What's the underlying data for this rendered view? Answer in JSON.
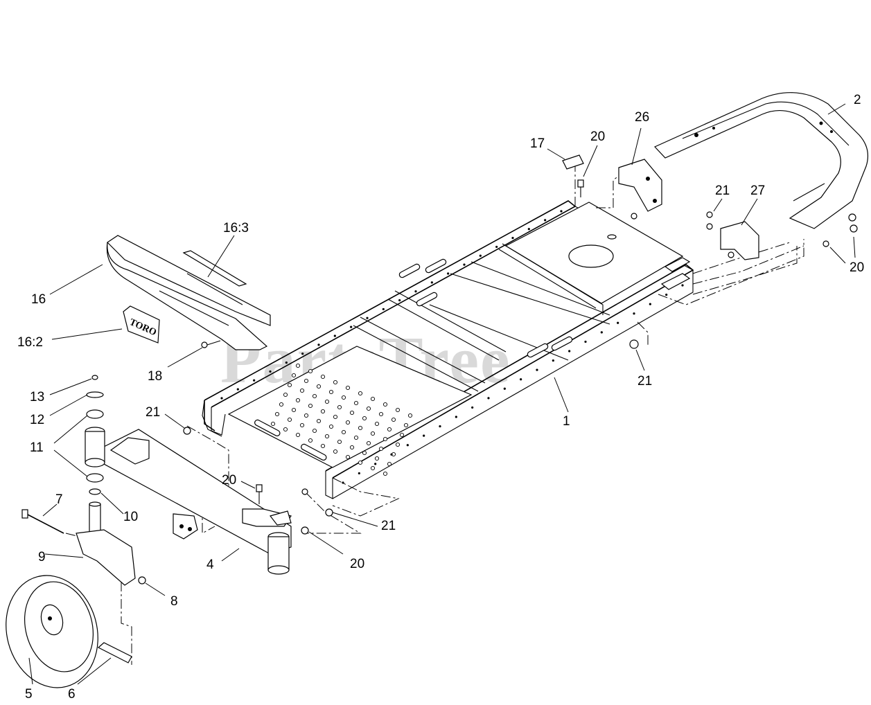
{
  "watermark": "PartsTree",
  "logo_text": "TORO",
  "callouts": {
    "c1": "1",
    "c2": "2",
    "c4": "4",
    "c5": "5",
    "c6": "6",
    "c7": "7",
    "c8": "8",
    "c9": "9",
    "c10": "10",
    "c11a": "11",
    "c11b": "11",
    "c12": "12",
    "c13": "13",
    "c16": "16",
    "c16_2": "16:2",
    "c16_3": "16:3",
    "c17": "17",
    "c18": "18",
    "c20a": "20",
    "c20b": "20",
    "c20c": "20",
    "c20d": "20",
    "c21a": "21",
    "c21b": "21",
    "c21c": "21",
    "c21d": "21",
    "c26": "26",
    "c27": "27"
  }
}
